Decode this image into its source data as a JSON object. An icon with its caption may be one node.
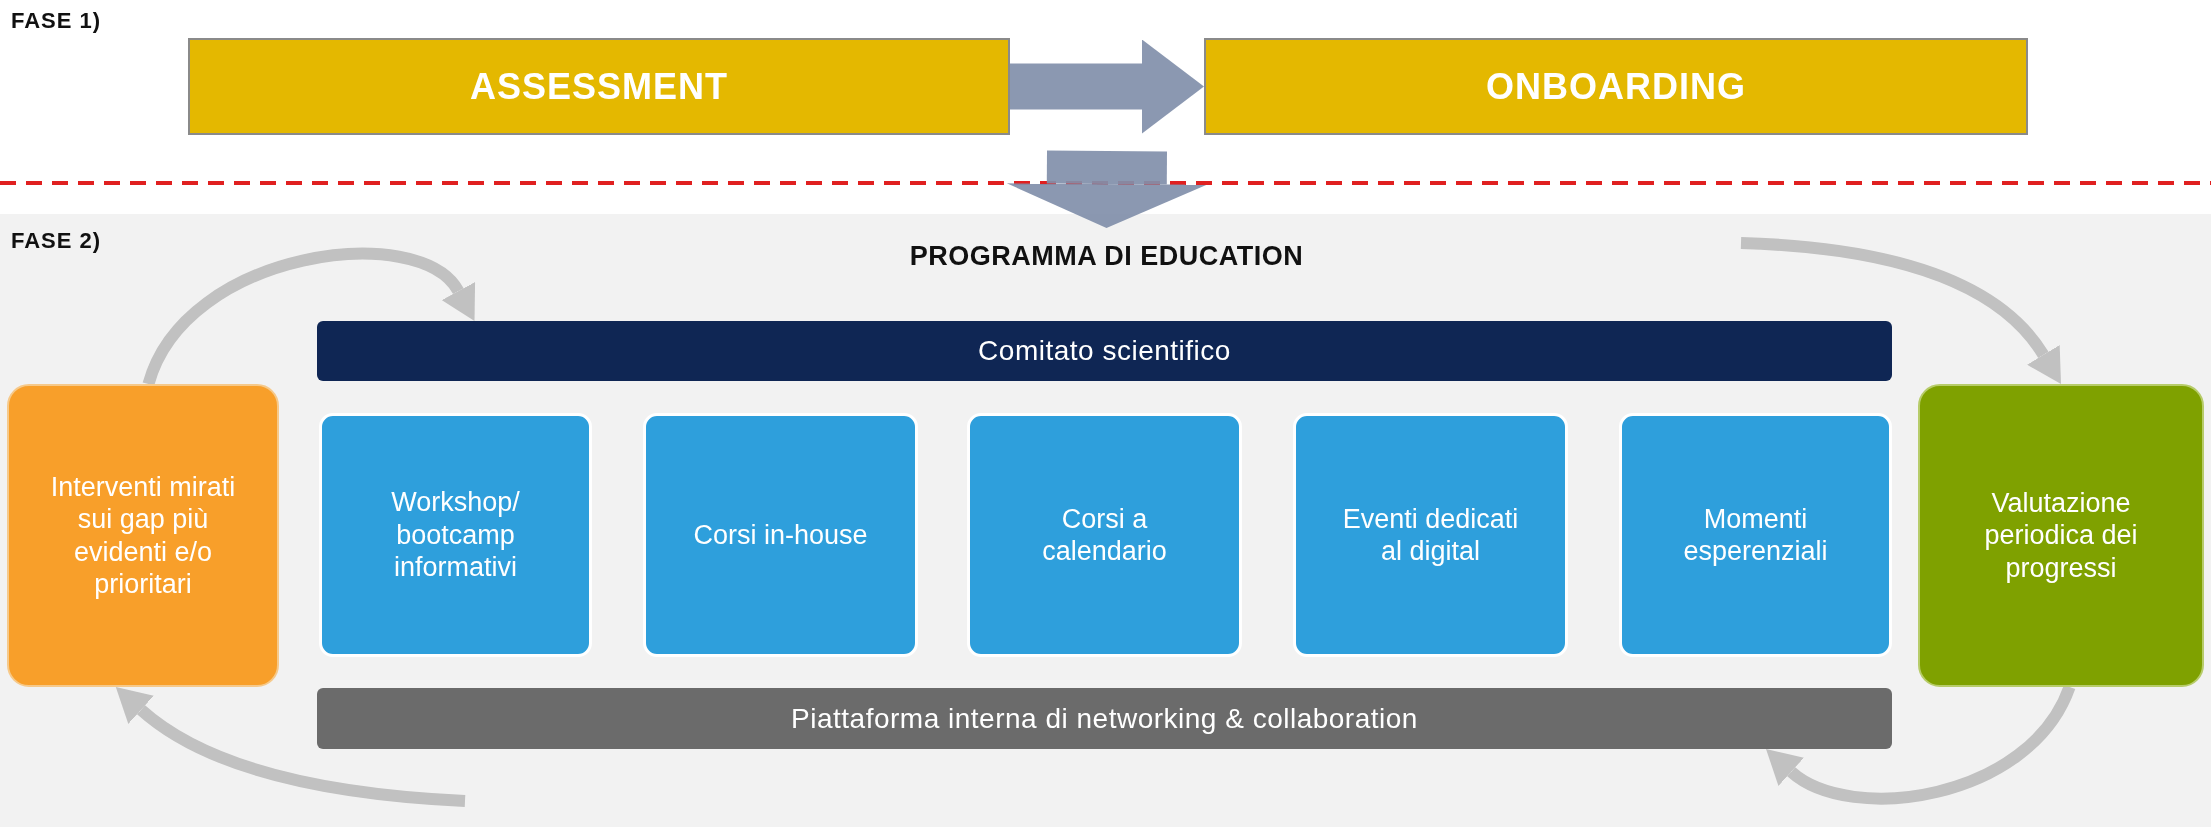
{
  "diagram": {
    "nodes": [
      {
        "text": [
          "ASSESSMENT"
        ]
      },
      {
        "text": [
          "ONBOARDING"
        ]
      },
      {
        "text": [
          "PROGRAMMA DI EDUCATION"
        ]
      },
      {
        "text": [
          "Comitato scientifico"
        ]
      },
      {
        "text": [
          "Workshop/ bootcamp informativi"
        ]
      },
      {
        "text": [
          "Corsi in-house"
        ]
      },
      {
        "text": [
          "Corsi a calendario"
        ]
      },
      {
        "text": [
          "Eventi dedicati al digital"
        ]
      },
      {
        "text": [
          "Momenti esperenziali"
        ]
      },
      {
        "text": [
          "Piattaforma interna di networking & collaboration"
        ]
      },
      {
        "text": [
          "Interventi mirati sui gap più evidenti e/o prioritari"
        ]
      },
      {
        "text": [
          "Valutazione periodica dei progressi"
        ]
      }
    ],
    "edges": [
      {
        "from": 0,
        "to": 1,
        "arrow": "to",
        "style": "thick",
        "color": "#8290ab"
      },
      {
        "from": null,
        "to": 2,
        "arrow": "to",
        "style": "thick",
        "color": "#8290ab"
      },
      {
        "from": 10,
        "to": 3,
        "arrow": "to"
      },
      {
        "from": null,
        "to": 11,
        "arrow": "to"
      },
      {
        "from": 11,
        "to": 9,
        "arrow": "to"
      },
      {
        "from": null,
        "to": 10,
        "arrow": "to"
      }
    ],
    "labels": [
      "FASE 1)",
      "FASE 2)"
    ]
  }
}
